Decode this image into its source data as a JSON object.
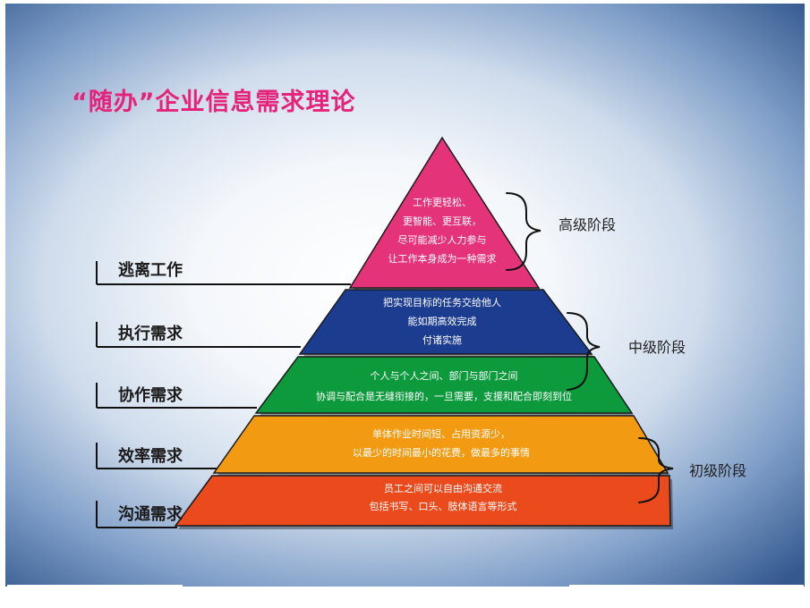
{
  "title": "“随办”企业信息需求理论",
  "levels": [
    {
      "color": "#e5337a",
      "lines": [
        "工作更轻松、",
        "更智能、更互联，",
        "尽可能减少人力参与",
        "让工作本身成为一种需求"
      ],
      "label": "逃离工作"
    },
    {
      "color": "#1b3c8f",
      "lines": [
        "把实现目标的任务交给他人",
        "能如期高效完成",
        "付诸实施"
      ],
      "label": "执行需求"
    },
    {
      "color": "#0c9a3c",
      "lines": [
        "个人与个人之间、部门与部门之间",
        "协调与配合是无缝衔接的，一旦需要，支援和配合即刻到位"
      ],
      "label": "协作需求"
    },
    {
      "color": "#f29a12",
      "lines": [
        "单体作业时间短、占用资源少，",
        "以最少的时间最小的花费，做最多的事情"
      ],
      "label": "效率需求"
    },
    {
      "color": "#ea4a1c",
      "lines": [
        "员工之间可以自由沟通交流",
        "包括书写、口头、肢体语言等形式"
      ],
      "label": "沟通需求"
    }
  ],
  "stages": [
    {
      "label": "高级阶段"
    },
    {
      "label": "中级阶段"
    },
    {
      "label": "初级阶段"
    }
  ]
}
